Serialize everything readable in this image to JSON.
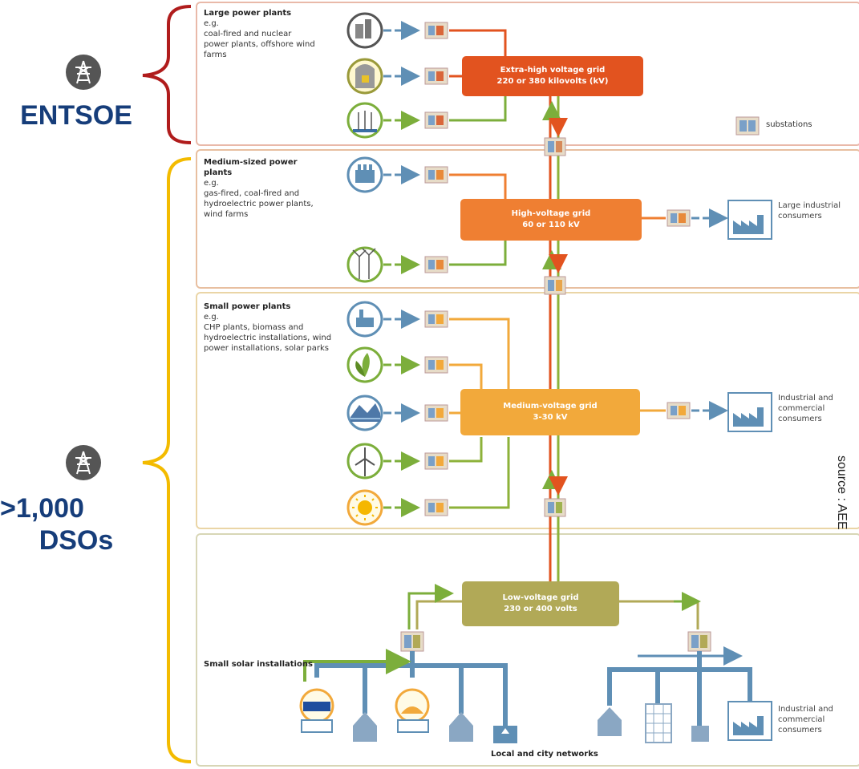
{
  "operators": {
    "entsoe_label": "ENTSOE",
    "dso_count": ">1,000",
    "dso_label": "DSOs"
  },
  "source_note": "source : AEE",
  "legend": {
    "label": "substations"
  },
  "sections": {
    "large": {
      "title": "Large power plants",
      "eg": "e.g.",
      "text": "coal-fired and nuclear power plants, offshore wind farms",
      "grid_line1": "Extra-high voltage grid",
      "grid_line2": "220 or 380 kilovolts (kV)"
    },
    "medium": {
      "title": "Medium-sized power plants",
      "eg": "e.g.",
      "text": "gas-fired, coal-fired and hydroelectric power plants, wind farms",
      "grid_line1": "High-voltage grid",
      "grid_line2": "60 or 110 kV",
      "consumer": "Large industrial consumers"
    },
    "small": {
      "title": "Small power plants",
      "eg": "e.g.",
      "text": "CHP plants, biomass and hydroelectric installations, wind power installations, solar parks",
      "grid_line1": "Medium-voltage grid",
      "grid_line2": "3-30 kV",
      "consumer": "Industrial and commercial consumers"
    },
    "local": {
      "title": "Small solar installations",
      "grid_line1": "Low-voltage grid",
      "grid_line2": "230 or 400 volts",
      "consumer": "Industrial and commercial consumers",
      "footer": "Local and city networks"
    }
  },
  "colors": {
    "ehv": "#e2531f",
    "hv": "#ef7f32",
    "mv": "#f2a93b",
    "lv": "#b1a957",
    "flow_blue": "#5f8fb5",
    "flow_green": "#7cae3b",
    "entsoe_brace": "#b01c1c",
    "dso_brace": "#f3bb00",
    "label_blue": "#163d7a"
  }
}
